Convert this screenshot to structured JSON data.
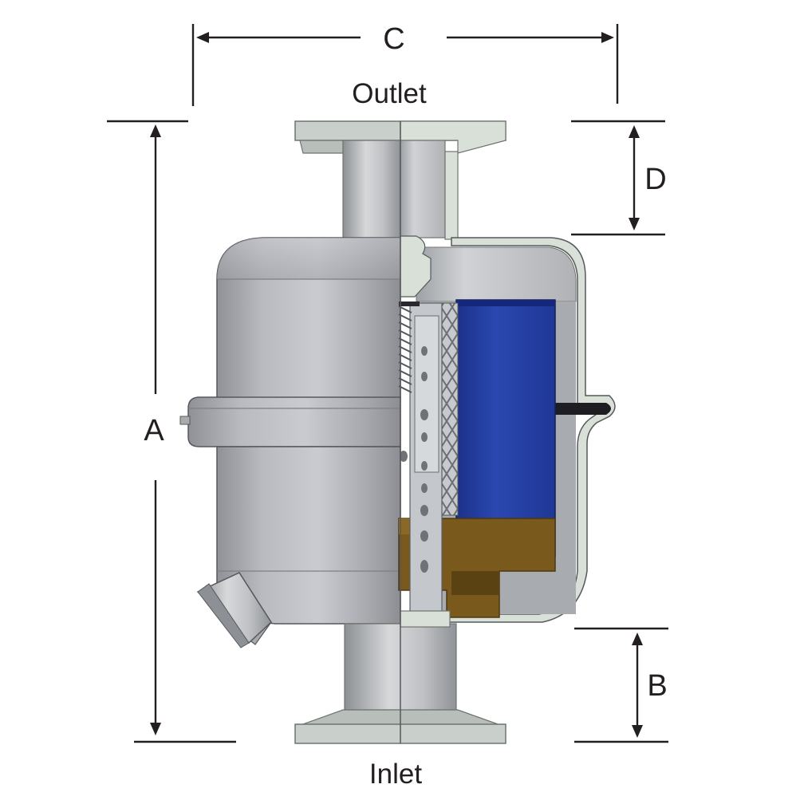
{
  "labels": {
    "outlet": "Outlet",
    "inlet": "Inlet"
  },
  "dimensions": {
    "A": "A",
    "B": "B",
    "C": "C",
    "D": "D"
  },
  "colors": {
    "steel": "#b7b9bd",
    "steel_dark": "#8e9095",
    "steel_light": "#e4e5e7",
    "flange": "#c9cfca",
    "cutaway": "#d9e0d8",
    "filter_blue": "#2440a0",
    "filter_blue_dark": "#1b2f80",
    "bronze": "#7a5a1c",
    "bronze_dark": "#5b4212",
    "seal": "#1e1e22",
    "dimension_line": "#231f20"
  }
}
